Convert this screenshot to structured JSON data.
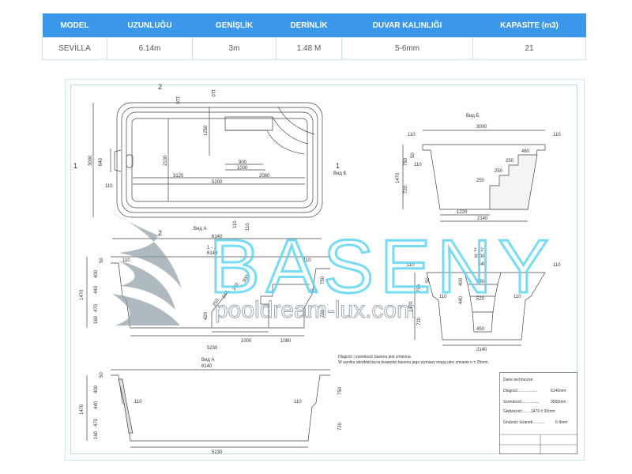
{
  "spec_table": {
    "headers": [
      "MODEL",
      "UZUNLUĞU",
      "GENİŞLİK",
      "DERİNLİK",
      "DUVAR KALINLIĞI",
      "KAPASİTE (m3)"
    ],
    "row": [
      "SEVİLLA",
      "6.14m",
      "3m",
      "1.48 M",
      "5-6mm",
      "21"
    ]
  },
  "drawing": {
    "plan": {
      "section1": "1",
      "section2": "2",
      "vid_a": "Вид А",
      "vid_b": "Вид Б",
      "d110a": "110",
      "d110b": "110",
      "d1250": "1250",
      "d3000": "3000",
      "d640": "640",
      "d2100": "2100",
      "d900": "900",
      "d1000": "1000",
      "d3120": "3120",
      "d2080": "2080",
      "d5200": "5200",
      "d110c": "110",
      "d6140": "6140",
      "d110d": "110",
      "d110e": "110"
    },
    "vid_b": {
      "title": "Вид Б",
      "d3000": "3000",
      "d110l": "110",
      "d110r": "110",
      "d460": "460",
      "d250a": "250",
      "d250b": "250",
      "d250c": "250",
      "d1470": "1470",
      "d750": "750",
      "d720": "720",
      "d50": "50",
      "d110": "110",
      "d1220": "1220",
      "d2140": "2140"
    },
    "section_11": {
      "title": "1 - 1",
      "d6140": "6140",
      "d110l": "110",
      "d110r": "110",
      "d50": "50",
      "d400": "400",
      "d440": "440",
      "d470": "470",
      "d160": "160",
      "d1470": "1470",
      "d300": "300",
      "d250a": "250",
      "d250b": "250",
      "d240": "240",
      "d420": "420",
      "d750": "750",
      "d110": "110",
      "d720": "720",
      "d5230": "5230",
      "d1000": "1000",
      "d1080": "1080"
    },
    "section_22": {
      "title": "2 - 2",
      "d3000": "3000",
      "d110l": "110",
      "d110r": "110",
      "d640": "640",
      "d580": "580",
      "d520": "520",
      "d450": "450",
      "d400": "400",
      "d440": "440",
      "d750": "750",
      "d720": "720",
      "d1470": "1470",
      "d50": "50",
      "d110a": "110",
      "d110b": "110",
      "d2140": "2140"
    },
    "vid_a": {
      "title": "Вид А",
      "d6140": "6140",
      "d50": "50",
      "d400": "400",
      "d440": "440",
      "d470": "470",
      "d160": "160",
      "d1470": "1470",
      "d110l": "110",
      "d110r": "110",
      "d750": "750",
      "d720": "720",
      "d5230": "5230"
    },
    "notes": [
      "Długość i szerokość basenu jest zmienna.",
      "W wyniku obróbki/cięcia krawędzi basenu jego wymiary mogą ulec zmianie o ± 25mm."
    ],
    "tech_box": {
      "title": "Dane techniczne:",
      "rows": [
        {
          "label": "Długość:.................",
          "value": "6140mm"
        },
        {
          "label": "Szerokość:...............",
          "value": "3000mm"
        },
        {
          "label": "Głębokość:..........",
          "value": "1470 ± 20mm"
        },
        {
          "label": "Grubość ścianek:..........",
          "value": "6-9mm"
        }
      ]
    },
    "watermark": {
      "brand": "BASENY",
      "site": "pooldream-lux.com",
      "color": "#5fd6f2",
      "logo_color": "#8a9aa3"
    }
  }
}
